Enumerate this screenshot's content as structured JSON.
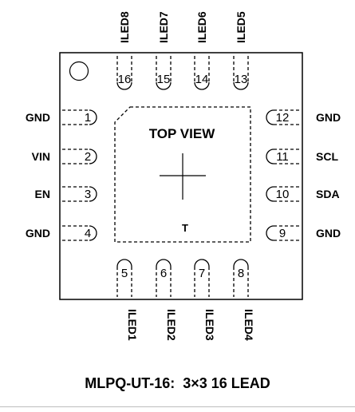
{
  "package": {
    "view_label": "TOP VIEW",
    "center_mark": "T",
    "caption": "MLPQ-UT-16:  3×3 16 LEAD"
  },
  "pins": {
    "left": [
      {
        "num": "1",
        "name": "GND"
      },
      {
        "num": "2",
        "name": "VIN"
      },
      {
        "num": "3",
        "name": "EN"
      },
      {
        "num": "4",
        "name": "GND"
      }
    ],
    "bottom": [
      {
        "num": "5",
        "name": "ILED1"
      },
      {
        "num": "6",
        "name": "ILED2"
      },
      {
        "num": "7",
        "name": "ILED3"
      },
      {
        "num": "8",
        "name": "ILED4"
      }
    ],
    "right": [
      {
        "num": "9",
        "name": "GND"
      },
      {
        "num": "10",
        "name": "SDA"
      },
      {
        "num": "11",
        "name": "SCL"
      },
      {
        "num": "12",
        "name": "GND"
      }
    ],
    "top": [
      {
        "num": "13",
        "name": "ILED5"
      },
      {
        "num": "14",
        "name": "ILED6"
      },
      {
        "num": "15",
        "name": "ILED7"
      },
      {
        "num": "16",
        "name": "ILED8"
      }
    ]
  }
}
